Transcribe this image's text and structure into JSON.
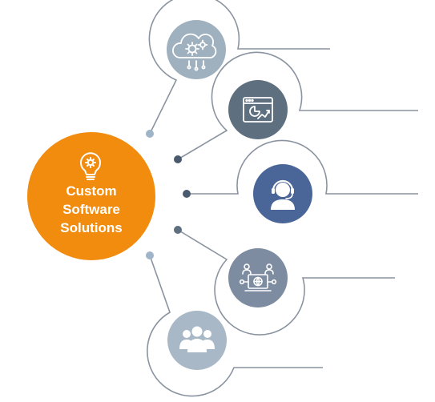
{
  "hub": {
    "title_lines": [
      "Custom",
      "Software",
      "Solutions"
    ],
    "icon": "lightbulb-gear-icon",
    "color": "#F28C0F"
  },
  "colors": {
    "connector": "#8A93A0",
    "dot_light": "#9FB4C6",
    "dot_dark": "#4A5A6E",
    "node_light": "#9FB0BE",
    "node_slate": "#5E6F80",
    "node_blue": "#4A6699",
    "node_gray_blue": "#7D8CA0",
    "node_pale": "#A8B8C6",
    "icon_stroke": "#ffffff"
  },
  "nodes": [
    {
      "id": "cloud-settings",
      "icon": "cloud-gears-icon"
    },
    {
      "id": "analytics-dashboard",
      "icon": "browser-chart-icon"
    },
    {
      "id": "customer-support",
      "icon": "headset-agent-icon"
    },
    {
      "id": "remote-collaboration",
      "icon": "laptop-network-icon"
    },
    {
      "id": "team",
      "icon": "user-group-icon"
    }
  ]
}
